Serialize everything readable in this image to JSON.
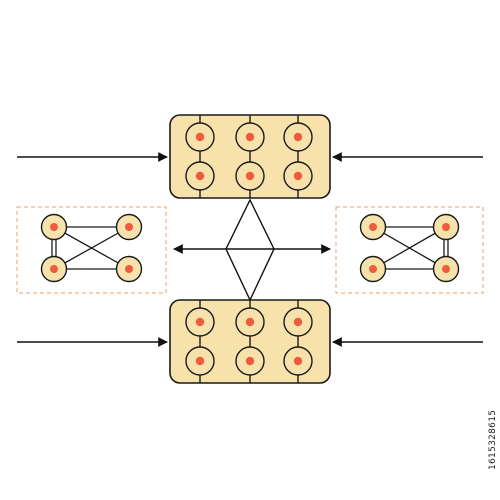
{
  "colors": {
    "module_fill": "#f7e2ab",
    "outline": "#1a1a1a",
    "node_core": "#ef5c3c",
    "group_border": "#f0a070",
    "line": "#111111"
  },
  "stock_id": "1615328615",
  "diagram": {
    "modules": [
      {
        "name": "top-module",
        "rows": 2,
        "cols": 3
      },
      {
        "name": "bottom-module",
        "rows": 2,
        "cols": 3
      }
    ],
    "side_groups": [
      {
        "name": "left-network-group",
        "nodes": 4
      },
      {
        "name": "right-network-group",
        "nodes": 4
      }
    ]
  }
}
